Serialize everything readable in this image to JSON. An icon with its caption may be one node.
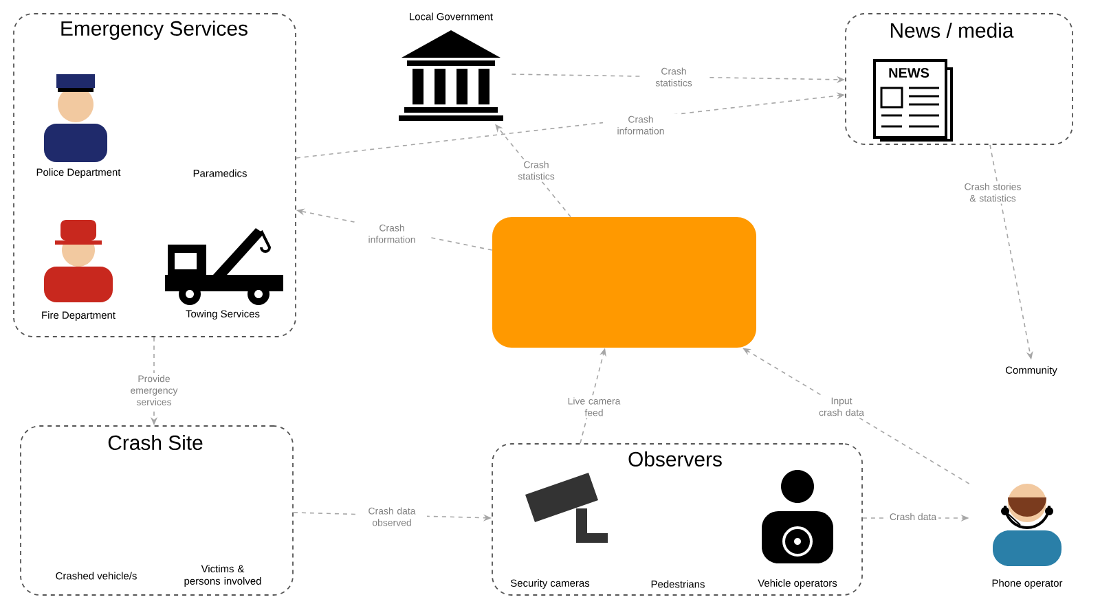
{
  "diagram": {
    "nodes": [
      {
        "text": [
          "Emergency Services"
        ]
      },
      {
        "text": [
          "Police Department"
        ],
        "in": 0
      },
      {
        "text": [
          "Paramedics"
        ],
        "in": 0
      },
      {
        "text": [
          "Fire Department"
        ],
        "in": 0
      },
      {
        "text": [
          "Towing Services"
        ],
        "in": 0
      },
      {
        "text": [
          "Local Government"
        ]
      },
      {
        "text": [
          "News / media"
        ]
      },
      {
        "text": [],
        "shape": "box"
      },
      {
        "text": [
          "Community"
        ]
      },
      {
        "text": [
          "Crash Site"
        ]
      },
      {
        "text": [
          "Crashed vehicle/s"
        ],
        "in": 9
      },
      {
        "text": [
          "Victims & persons involved"
        ],
        "in": 9
      },
      {
        "text": [
          "Observers"
        ]
      },
      {
        "text": [
          "Security cameras"
        ],
        "in": 12
      },
      {
        "text": [
          "Pedestrians"
        ],
        "in": 12
      },
      {
        "text": [
          "Vehicle operators"
        ],
        "in": 12
      },
      {
        "text": [
          "Phone operator"
        ]
      }
    ],
    "edges": [
      {
        "from": 5,
        "to": 6,
        "arrow": "to",
        "label": "Crash statistics"
      },
      {
        "from": 0,
        "to": 6,
        "arrow": "to",
        "label": "Crash information"
      },
      {
        "from": 7,
        "to": 5,
        "arrow": "to",
        "label": "Crash statistics"
      },
      {
        "from": 7,
        "to": 0,
        "arrow": "to",
        "label": "Crash information"
      },
      {
        "from": 6,
        "to": 8,
        "arrow": "to",
        "label": "Crash stories & statistics"
      },
      {
        "from": 0,
        "to": 9,
        "arrow": "to",
        "label": "Provide emergency services"
      },
      {
        "from": 9,
        "to": 12,
        "arrow": "to",
        "label": "Crash data observed"
      },
      {
        "from": 12,
        "to": 7,
        "arrow": "to",
        "label": "Live camera feed"
      },
      {
        "from": 16,
        "to": 7,
        "arrow": "to",
        "label": "Input crash data"
      },
      {
        "from": 12,
        "to": 16,
        "arrow": "to",
        "label": "Crash data"
      }
    ],
    "labels": [
      "NEWS"
    ]
  }
}
